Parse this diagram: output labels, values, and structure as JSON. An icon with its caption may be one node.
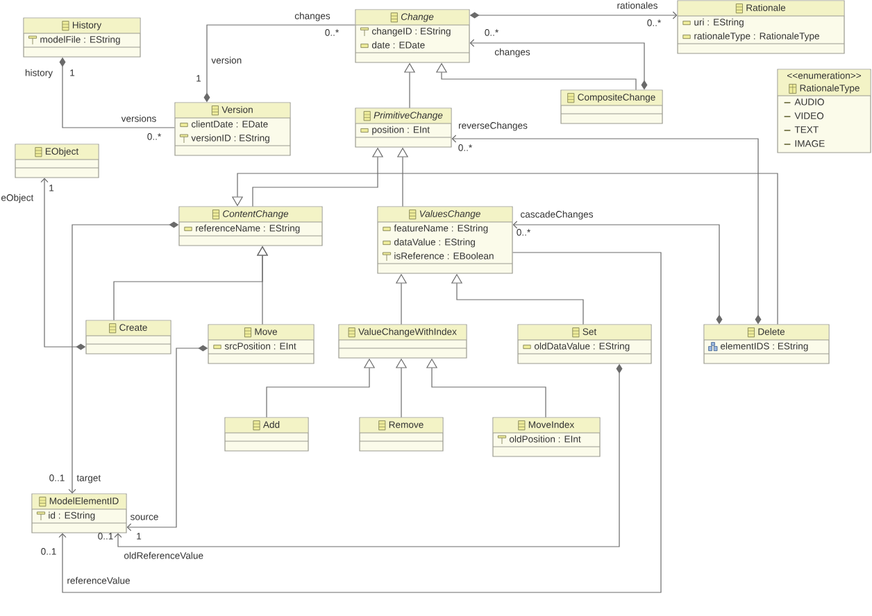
{
  "diagram": {
    "nodes": [
      {
        "text": [
          "History",
          "modelFile : EString"
        ]
      },
      {
        "text": [
          "Change",
          "changeID : EString",
          "date : EDate"
        ]
      },
      {
        "text": [
          "Rationale",
          "uri : EString",
          "rationaleType : RationaleType"
        ]
      },
      {
        "text": [
          "Version",
          "clientDate : EDate",
          "versionID : EString"
        ]
      },
      {
        "text": [
          "CompositeChange"
        ]
      },
      {
        "text": [
          "<<enumeration>>",
          "RationaleType",
          "AUDIO",
          "VIDEO",
          "TEXT",
          "IMAGE"
        ]
      },
      {
        "text": [
          "PrimitiveChange",
          "position : EInt"
        ]
      },
      {
        "text": [
          "EObject"
        ]
      },
      {
        "text": [
          "ContentChange",
          "referenceName : EString"
        ]
      },
      {
        "text": [
          "ValuesChange",
          "featureName : EString",
          "dataValue : EString",
          "isReference : EBoolean"
        ]
      },
      {
        "text": [
          "Create"
        ]
      },
      {
        "text": [
          "Move",
          "srcPosition : EInt"
        ]
      },
      {
        "text": [
          "ValueChangeWithIndex"
        ]
      },
      {
        "text": [
          "Set",
          "oldDataValue : EString"
        ]
      },
      {
        "text": [
          "Delete",
          "elementIDS : EString"
        ]
      },
      {
        "text": [
          "Add"
        ]
      },
      {
        "text": [
          "Remove"
        ]
      },
      {
        "text": [
          "MoveIndex",
          "oldPosition : EInt"
        ]
      },
      {
        "text": [
          "ModelElementID",
          "id : EString"
        ]
      }
    ],
    "edges": [
      {
        "from": 0,
        "to": 3,
        "arrow": "other"
      },
      {
        "from": 3,
        "to": 1,
        "arrow": "other"
      },
      {
        "from": 1,
        "to": 2,
        "arrow": "to"
      },
      {
        "from": 4,
        "to": 1,
        "arrow": "to"
      },
      {
        "from": 6,
        "to": 1,
        "arrow": "to"
      },
      {
        "from": 4,
        "to": 1,
        "arrow": "to"
      },
      {
        "from": 8,
        "to": 6,
        "arrow": "to"
      },
      {
        "from": 9,
        "to": 6,
        "arrow": "to"
      },
      {
        "from": 14,
        "to": 6,
        "arrow": "to"
      },
      {
        "from": 14,
        "to": 8,
        "arrow": "to"
      },
      {
        "from": 14,
        "to": 9,
        "arrow": "to"
      },
      {
        "from": 10,
        "to": 8,
        "arrow": "to"
      },
      {
        "from": 11,
        "to": 8,
        "arrow": "to"
      },
      {
        "from": 10,
        "to": 7,
        "arrow": "to"
      },
      {
        "from": 8,
        "to": 18,
        "arrow": "to"
      },
      {
        "from": 11,
        "to": 18,
        "arrow": "to"
      },
      {
        "from": 12,
        "to": 9,
        "arrow": "to"
      },
      {
        "from": 13,
        "to": 9,
        "arrow": "to"
      },
      {
        "from": 15,
        "to": 12,
        "arrow": "to"
      },
      {
        "from": 16,
        "to": 12,
        "arrow": "to"
      },
      {
        "from": 17,
        "to": 12,
        "arrow": "to"
      },
      {
        "from": 13,
        "to": 18,
        "arrow": "to"
      },
      {
        "from": 9,
        "to": 18,
        "arrow": "to"
      }
    ],
    "labels": [
      "rationales",
      "changes",
      "0..*",
      "0..*",
      "0..*",
      "changes",
      "version",
      "history",
      "1",
      "1",
      "versions",
      "reverseChanges",
      "0..*",
      "0..*",
      "1",
      "eObject",
      "cascadeChanges",
      "0..*",
      "0..1",
      "target",
      "source",
      "0..1",
      "1",
      "0..1",
      "oldReferenceValue",
      "referenceValue"
    ]
  }
}
